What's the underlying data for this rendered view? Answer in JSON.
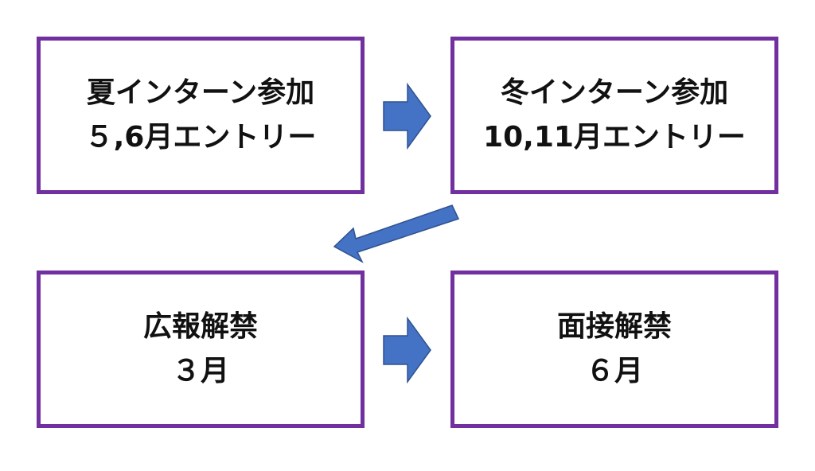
{
  "colors": {
    "box_border": "#7030a0",
    "arrow_fill": "#4472c4",
    "arrow_stroke": "#2f528f",
    "text": "#111111"
  },
  "steps": [
    {
      "line1": "夏インターン参加",
      "line2": "５,6月エントリー"
    },
    {
      "line1": "冬インターン参加",
      "line2": "10,11月エントリー"
    },
    {
      "line1": "広報解禁",
      "line2": "３月"
    },
    {
      "line1": "面接解禁",
      "line2": "６月"
    }
  ]
}
